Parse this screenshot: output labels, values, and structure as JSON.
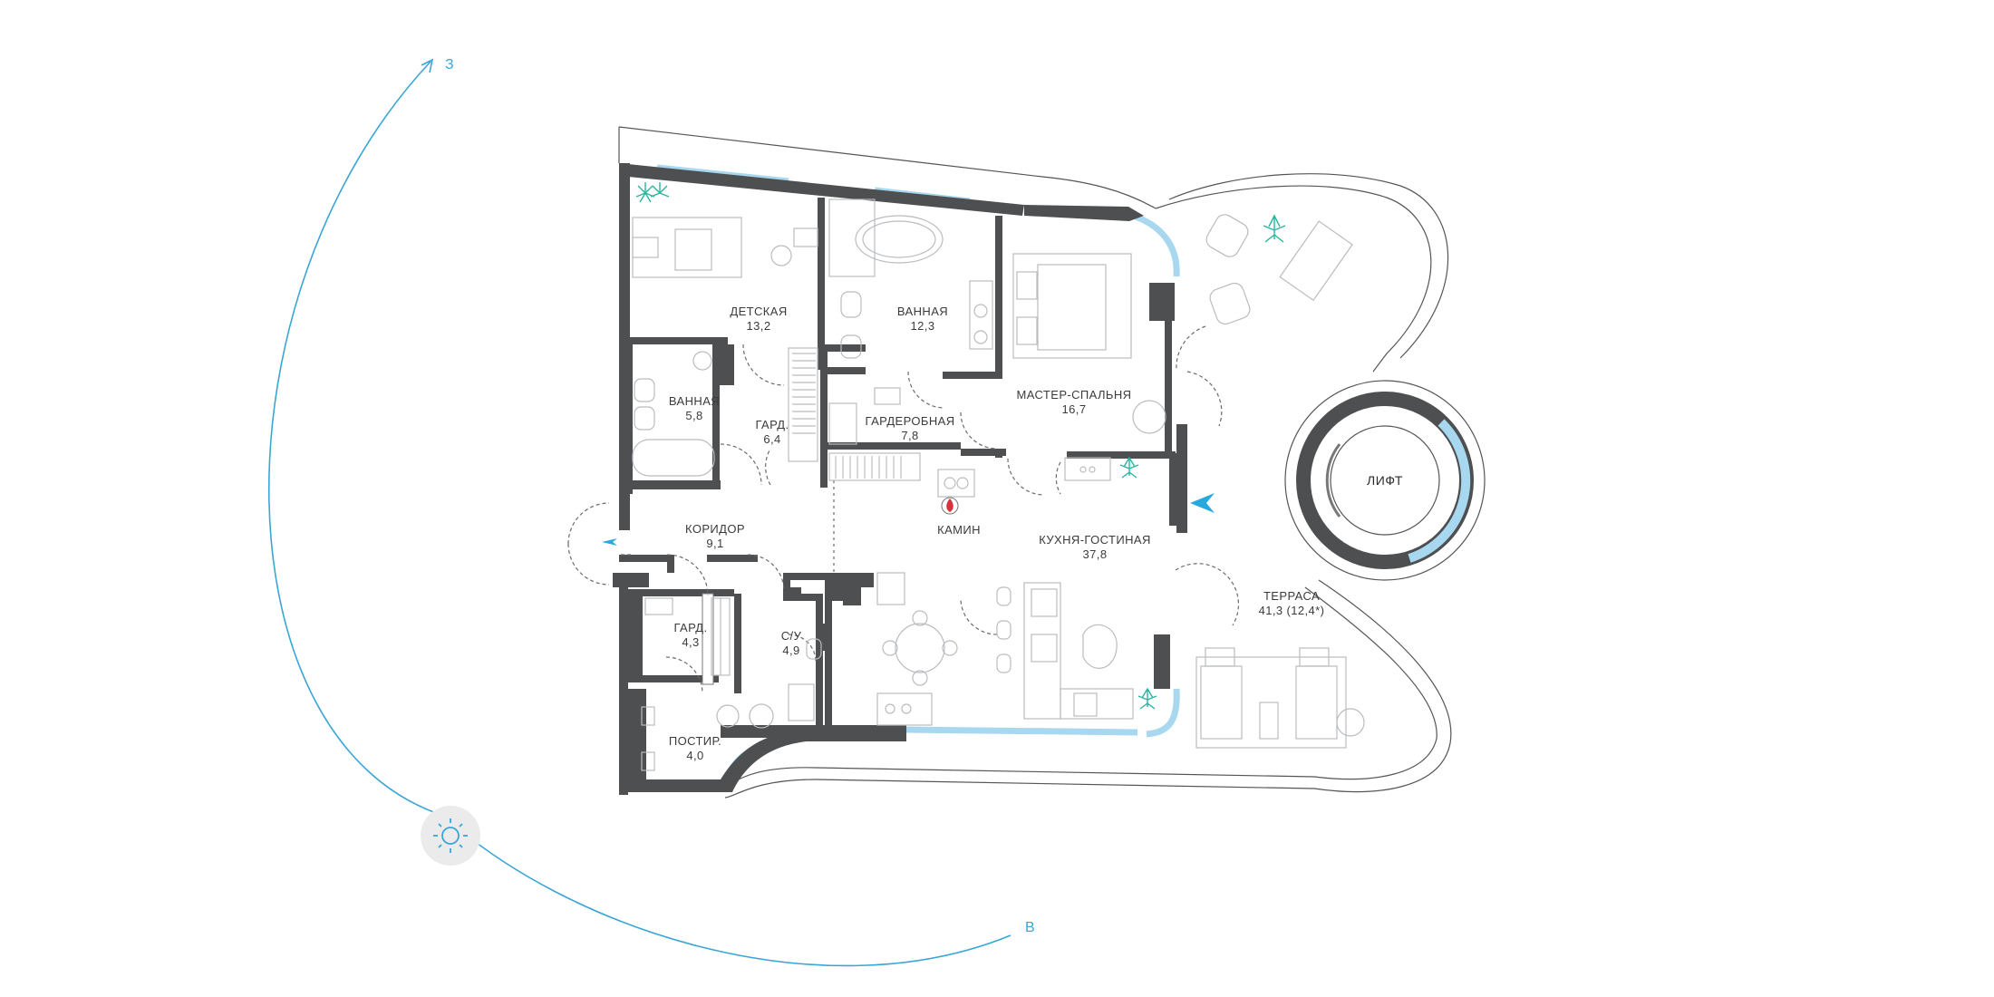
{
  "compass": {
    "north_label": "З",
    "east_label": "В",
    "sun_icon": "sun-icon",
    "accent": "#3aa6d6"
  },
  "colors": {
    "wall": "#4d4f51",
    "glass": "#a8d8ef",
    "furniture": "#b9bcbf",
    "plant": "#2bb5a0",
    "fire": "#d8323a",
    "arrow": "#27a8df"
  },
  "rooms": [
    {
      "name": "ДЕТСКАЯ",
      "area": "13,2"
    },
    {
      "name": "ВАННАЯ",
      "area": "12,3"
    },
    {
      "name": "ВАННАЯ",
      "area": "5,8"
    },
    {
      "name": "ГАРД.",
      "area": "6,4"
    },
    {
      "name": "ГАРДЕРОБНАЯ",
      "area": "7,8"
    },
    {
      "name": "МАСТЕР-СПАЛЬНЯ",
      "area": "16,7"
    },
    {
      "name": "КОРИДОР",
      "area": "9,1"
    },
    {
      "name": "КАМИН",
      "area": ""
    },
    {
      "name": "КУХНЯ-ГОСТИНАЯ",
      "area": "37,8"
    },
    {
      "name": "ТЕРРАСА",
      "area": "41,3 (12,4*)"
    },
    {
      "name": "ГАРД.",
      "area": "4,3"
    },
    {
      "name": "С/У",
      "area": "4,9"
    },
    {
      "name": "ПОСТИР.",
      "area": "4,0"
    }
  ],
  "lift": {
    "label": "ЛИФТ"
  }
}
